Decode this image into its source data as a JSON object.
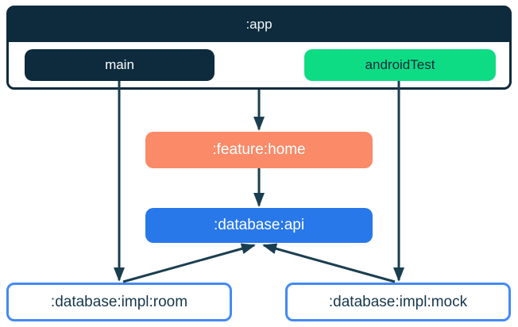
{
  "colors": {
    "navy": "#0d2b3d",
    "edge": "#1a3e50",
    "green": "#0edc84",
    "salmon": "#fa8a68",
    "blue": "#2878ea",
    "border_blue": "#4489f6",
    "background": "#ffffff"
  },
  "diagram": {
    "type": "module-dependency-graph",
    "app": {
      "title": ":app",
      "source_sets": [
        {
          "label": "main"
        },
        {
          "label": "androidTest"
        }
      ]
    },
    "nodes": {
      "feature_home": {
        "label": ":feature:home"
      },
      "database_api": {
        "label": ":database:api"
      },
      "database_impl_room": {
        "label": ":database:impl:room"
      },
      "database_impl_mock": {
        "label": ":database:impl:mock"
      }
    },
    "edges": [
      {
        "from": ":app",
        "to": ":feature:home"
      },
      {
        "from": ":app (main)",
        "to": ":database:impl:room"
      },
      {
        "from": ":app (androidTest)",
        "to": ":database:impl:mock"
      },
      {
        "from": ":feature:home",
        "to": ":database:api"
      },
      {
        "from": ":database:impl:room",
        "to": ":database:api"
      },
      {
        "from": ":database:impl:mock",
        "to": ":database:api"
      }
    ]
  }
}
